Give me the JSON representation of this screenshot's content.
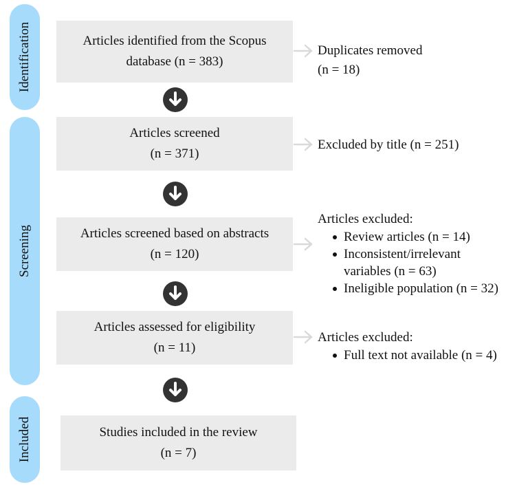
{
  "phases": {
    "identification": "Identification",
    "screening": "Screening",
    "included": "Included"
  },
  "boxes": {
    "identified": {
      "line1": "Articles identified from the Scopus",
      "line2": "database (n = 383)"
    },
    "screened": {
      "line1": "Articles screened",
      "line2": "(n = 371)"
    },
    "abstracts": {
      "line1": "Articles screened based on abstracts",
      "line2": "(n = 120)"
    },
    "eligibility": {
      "line1": "Articles assessed for eligibility",
      "line2": "(n = 11)"
    },
    "included": {
      "line1": "Studies included in the review",
      "line2": "(n = 7)"
    }
  },
  "exclusions": {
    "duplicates": {
      "line1": "Duplicates removed",
      "line2": "(n = 18)"
    },
    "title": {
      "line1": "Excluded by title (n = 251)"
    },
    "abstracts": {
      "heading": "Articles excluded:",
      "items": [
        "Review articles (n = 14)",
        "Inconsistent/irrelevant",
        "Ineligible population (n = 32)"
      ],
      "item2_cont": "variables (n = 63)"
    },
    "eligibility": {
      "heading": "Articles excluded:",
      "items": [
        "Full text not available (n = 4)"
      ]
    }
  },
  "colors": {
    "phase": "#a6dbfb",
    "box": "#ebebeb",
    "arrow_circle": "#333333",
    "side_arrow": "#d9d9d9"
  }
}
